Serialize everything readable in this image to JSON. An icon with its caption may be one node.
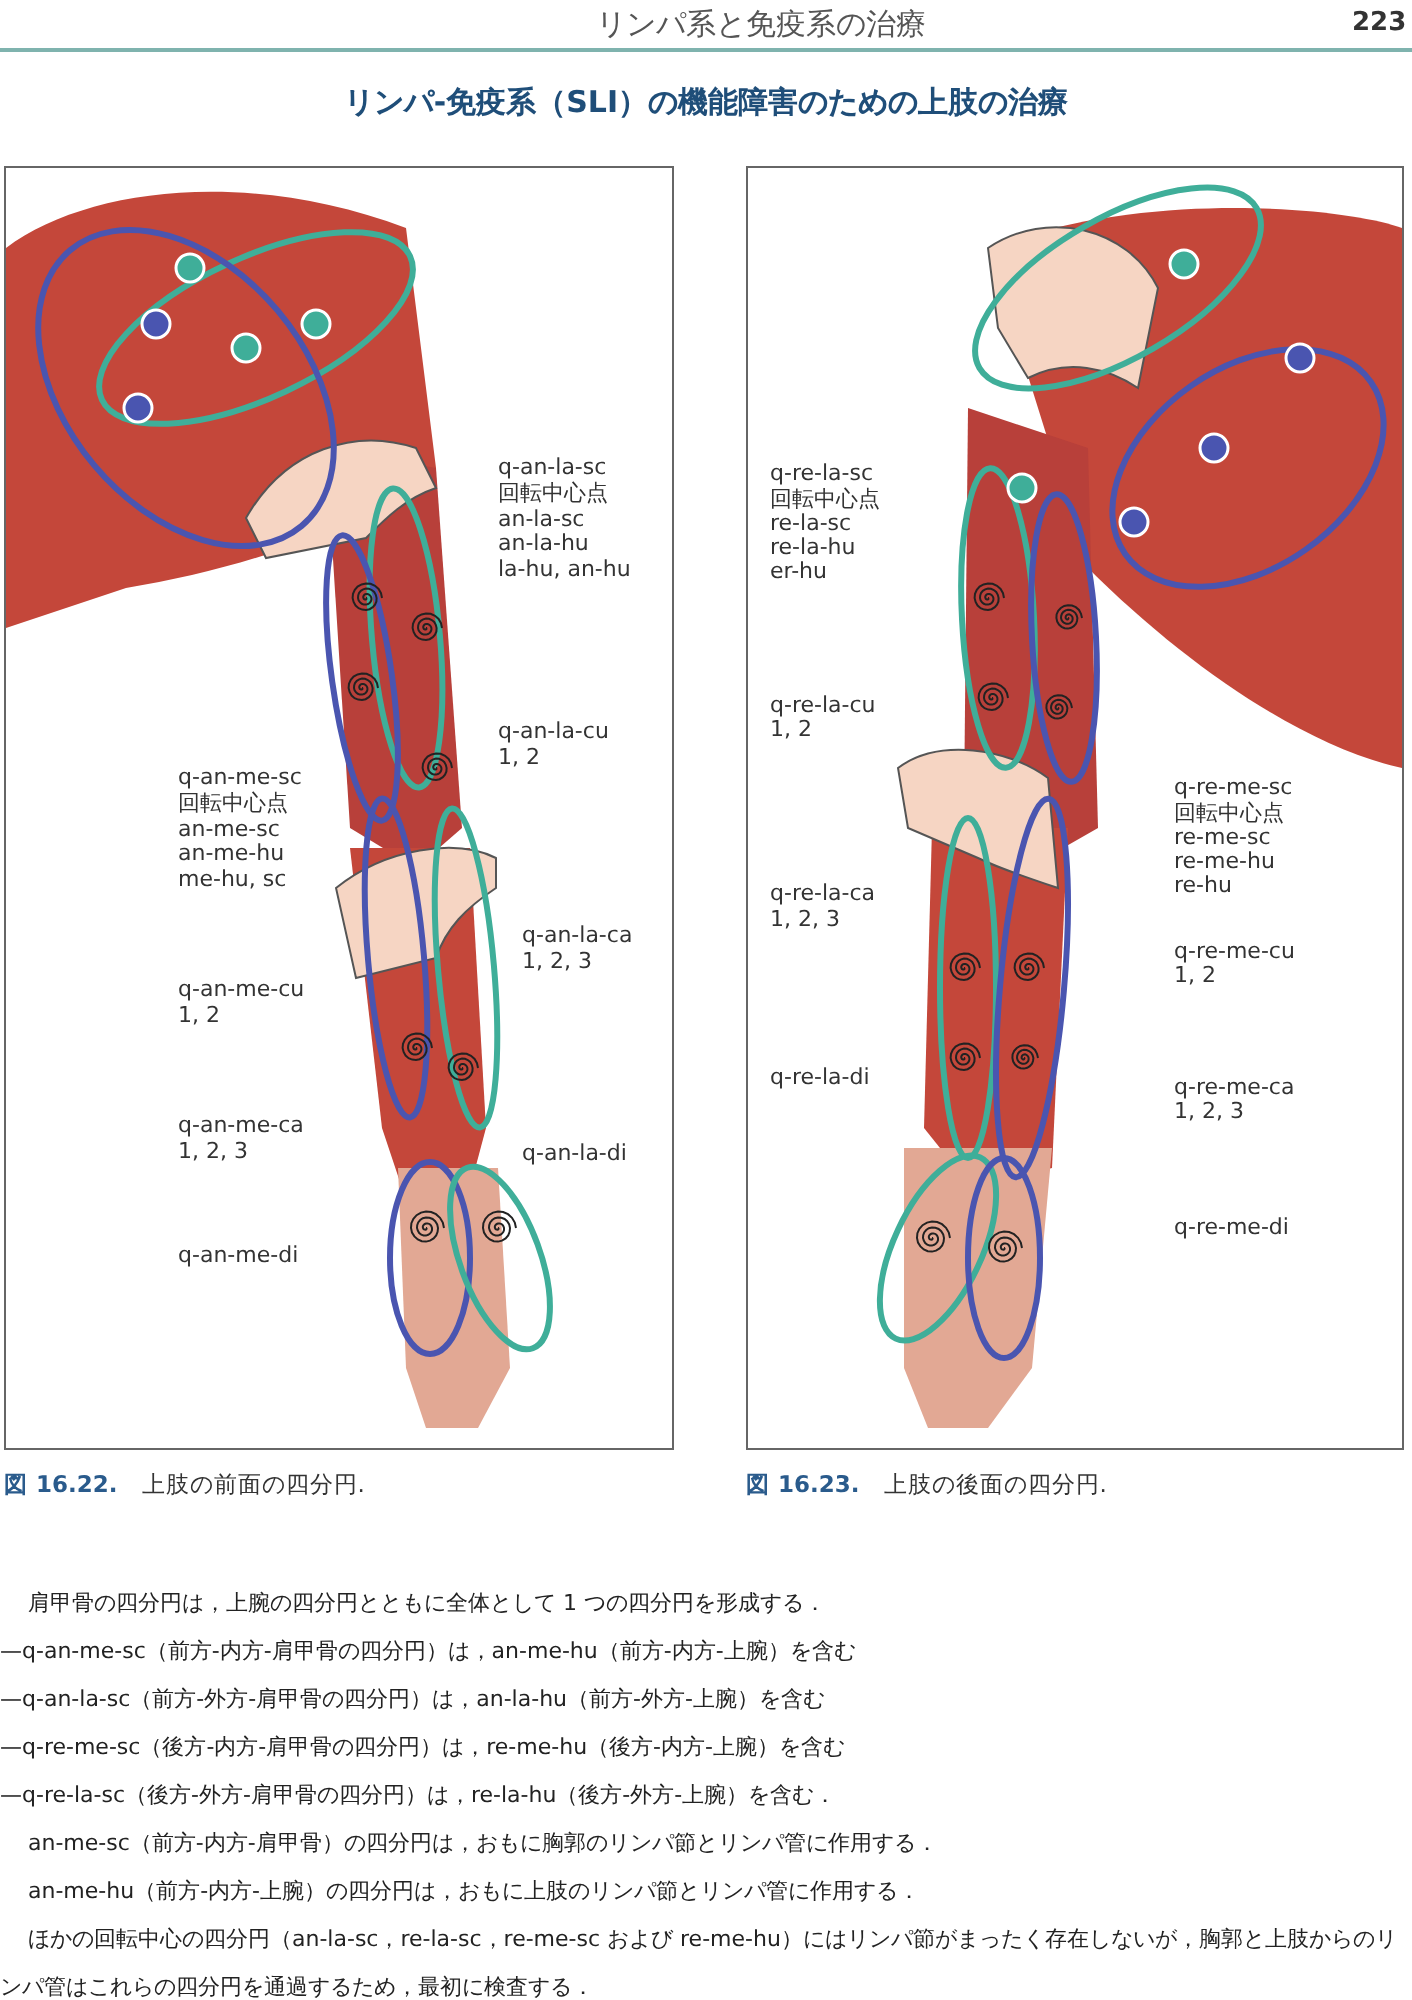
{
  "diagram": {
    "title": "リンパ-免疫系（SLI）の機能障害のための上肢の治療",
    "labels": [
      "リンパ系と免疫系の治療",
      "223",
      "q-an-la-sc",
      "回転中心点",
      "an-la-sc",
      "an-la-hu",
      "la-hu, an-hu",
      "q-an-la-cu",
      "1, 2",
      "q-an-me-sc",
      "回転中心点",
      "an-me-sc",
      "an-me-hu",
      "me-hu, sc",
      "q-an-la-ca",
      "1, 2, 3",
      "q-an-me-cu",
      "1, 2",
      "q-an-me-ca",
      "1, 2, 3",
      "q-an-la-di",
      "q-an-me-di",
      "q-re-la-sc",
      "回転中心点",
      "re-la-sc",
      "re-la-hu",
      "er-hu",
      "q-re-la-cu",
      "1, 2",
      "q-re-me-sc",
      "回転中心点",
      "re-me-sc",
      "re-me-hu",
      "re-hu",
      "q-re-la-ca",
      "1, 2, 3",
      "q-re-me-cu",
      "1, 2",
      "q-re-la-di",
      "q-re-me-ca",
      "1, 2, 3",
      "q-re-me-di",
      "**図 16.22.**　上肢の前面の四分円.",
      "**図 16.23.**　上肢の後面の四分円.",
      "肩甲骨の四分円は，上腕の四分円とともに全体として 1 つの四分円を形成する．",
      "—q-an-me-sc（前方-内方-肩甲骨の四分円）は，an-me-hu（前方-内方-上腕）を含む",
      "—q-an-la-sc（前方-外方-肩甲骨の四分円）は，an-la-hu（前方-外方-上腕）を含む",
      "—q-re-me-sc（後方-内方-肩甲骨の四分円）は，re-me-hu（後方-内方-上腕）を含む",
      "—q-re-la-sc（後方-外方-肩甲骨の四分円）は，re-la-hu（後方-外方-上腕）を含む．",
      "an-me-sc（前方-内方-肩甲骨）の四分円は，おもに胸郭のリンパ節とリンパ管に作用する．",
      "an-me-hu（前方-内方-上腕）の四分円は，おもに上肢のリンパ節とリンパ管に作用する．",
      "ほかの回転中心の四分円（an-la-sc，re-la-sc，re-me-sc および re-me-hu）にはリンパ節がまったく存在しないが，胸郭と上肢からのリンパ管はこれらの四分円を通過するため，最初に検査する．"
    ]
  }
}
